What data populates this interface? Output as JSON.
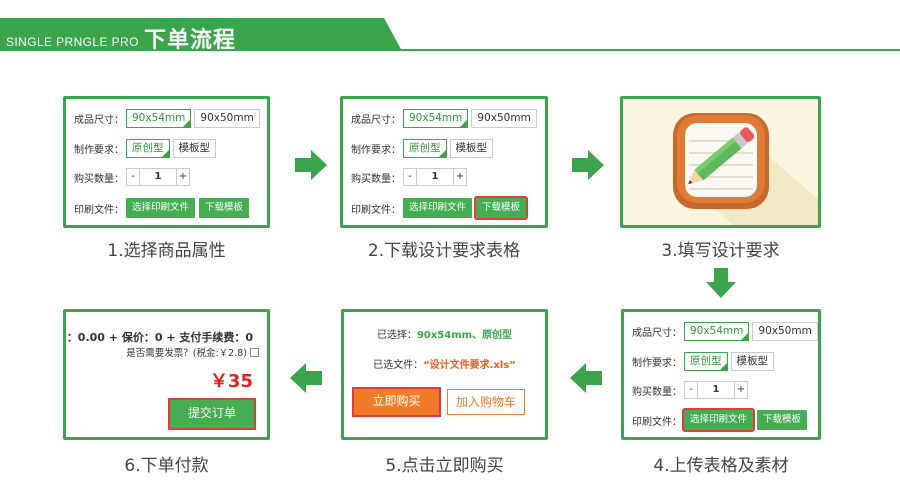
{
  "header": {
    "subtitle": "SINGLE PRNGLE PRO",
    "title": "下单流程"
  },
  "form": {
    "size_label": "成品尺寸：",
    "size_options": [
      "90x54mm",
      "90x50mm"
    ],
    "craft_label": "制作要求：",
    "craft_options": [
      "原创型",
      "模板型"
    ],
    "qty_label": "购买数量：",
    "qty_minus": "-",
    "qty_value": "1",
    "qty_plus": "+",
    "file_label": "印刷文件：",
    "choose_file_button": "选择印刷文件",
    "download_template_button": "下载模板"
  },
  "steps": [
    {
      "caption": "1.选择商品属性"
    },
    {
      "caption": "2.下载设计要求表格"
    },
    {
      "caption": "3.填写设计要求"
    },
    {
      "caption": "4.上传表格及素材"
    },
    {
      "caption": "5.点击立即购买"
    },
    {
      "caption": "6.下单付款"
    }
  ],
  "step5": {
    "selected_prefix": "已选择：",
    "selected_value": "90x54mm、原创型",
    "file_prefix": "已选文件：",
    "file_value": "“设计文件要求.xls”",
    "buy_now_button": "立即购买",
    "add_cart_button": "加入购物车"
  },
  "step6": {
    "fee_line": "：0.00 + 保价：0 + 支付手续费：0",
    "invoice_line": "是否需要发票？(税金:￥2.8)",
    "total": "￥35",
    "submit_button": "提交订单"
  },
  "colors": {
    "green": "#3aa54a",
    "red": "#e21e1e",
    "orange": "#f07c28"
  },
  "icons": [
    "arrow-right-icon",
    "arrow-down-icon",
    "arrow-left-icon",
    "notepad-pencil-icon",
    "checkbox-icon"
  ]
}
